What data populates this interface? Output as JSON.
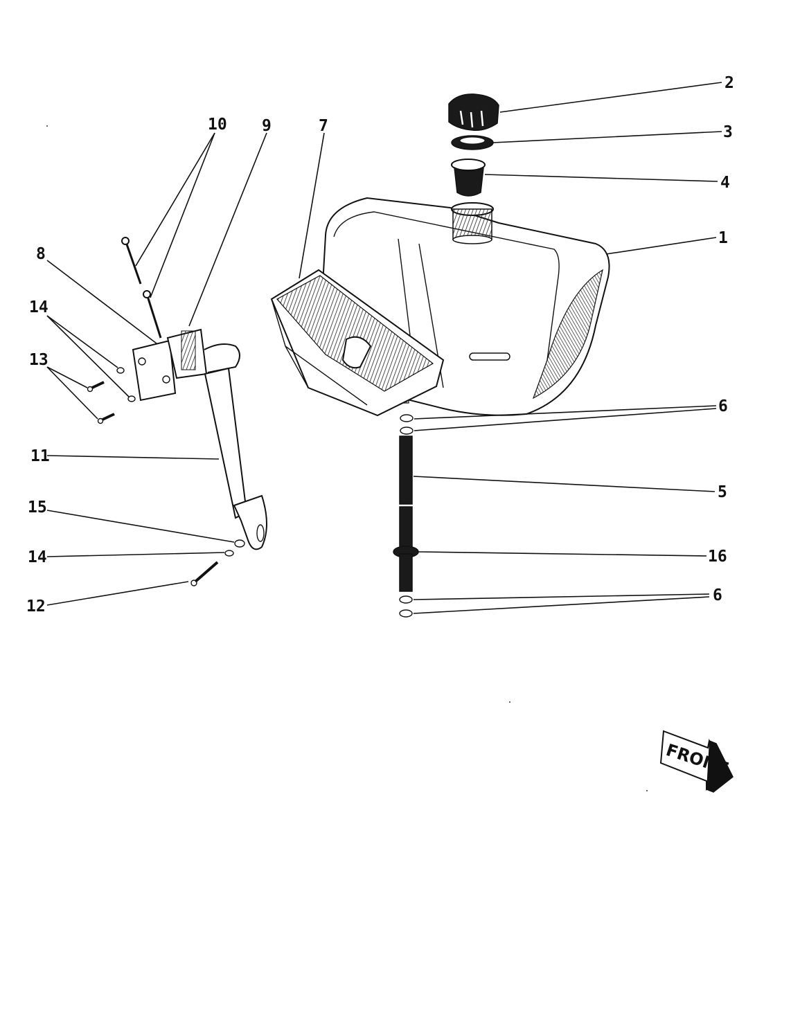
{
  "labels": {
    "l1": "1",
    "l2": "2",
    "l3": "3",
    "l4": "4",
    "l5": "5",
    "l6a": "6",
    "l6b": "6",
    "l7": "7",
    "l8": "8",
    "l9": "9",
    "l10": "10",
    "l11": "11",
    "l12": "12",
    "l13": "13",
    "l14a": "14",
    "l14b": "14",
    "l15": "15",
    "l16": "16"
  },
  "front_arrow": {
    "text": "FRONT"
  }
}
